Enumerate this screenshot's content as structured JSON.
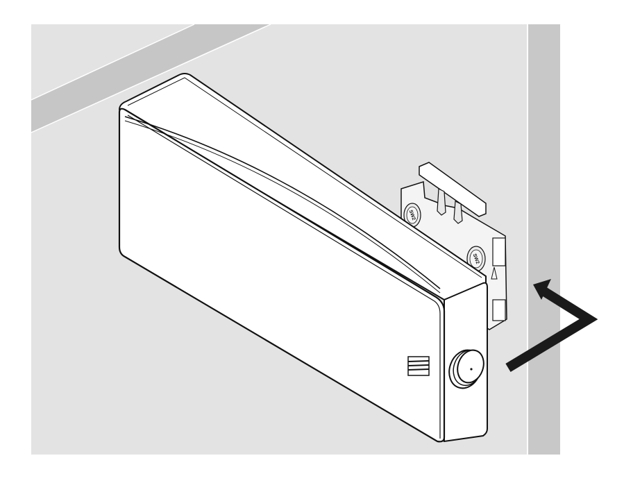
{
  "figure": {
    "type": "assembly-illustration",
    "description": "Device housing being slid onto a wall-mounted bracket",
    "colors": {
      "background": "#ffffff",
      "wall": "#e3e3e3",
      "beam": "#c6c6c6",
      "post": "#c8c8c8",
      "device_body": "#ffffff",
      "outline": "#111111",
      "arrow": "#1a1a1a"
    }
  },
  "bracket": {
    "screws": [
      {
        "label": "SW2"
      },
      {
        "label": "SW2"
      }
    ],
    "marker": "triangle"
  },
  "device": {
    "vent": "vent-grille",
    "button": "round-push-button"
  },
  "arrow": {
    "direction": "insert-then-up"
  }
}
